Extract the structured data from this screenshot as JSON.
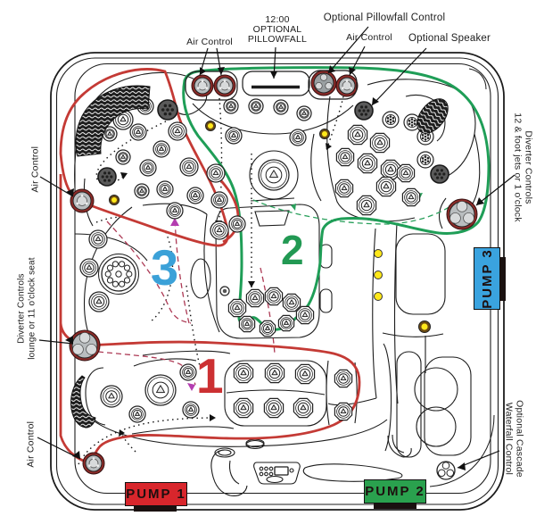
{
  "labels": {
    "air_control_top_left": "Air Control",
    "pillowfall_note": "12:00\nOPTIONAL\nPILLOWFALL",
    "optional_pillowfall_control": "Optional Pillowfall Control",
    "air_control_top_right": "Air Control",
    "optional_speaker": "Optional Speaker",
    "diverter_right": "Diverter Controls\n12 & foot jets or 1 o'clock",
    "air_control_left": "Air Control",
    "diverter_left": "Diverter Controls\nlounge or 11 o'clock seat",
    "air_control_bottom_left": "Air Control",
    "cascade": "Optional Cascade\nWaterfall Control"
  },
  "zones": {
    "zone1": {
      "num": "1",
      "color": "#cc3032"
    },
    "zone2": {
      "num": "2",
      "color": "#229953"
    },
    "zone3": {
      "num": "3",
      "color": "#3ba1d8"
    }
  },
  "pumps": {
    "pump1": {
      "label": "PUMP 1",
      "color": "#d8262c"
    },
    "pump2": {
      "label": "PUMP 2",
      "color": "#2aa14e"
    },
    "pump3": {
      "label": "PUMP 3",
      "color": "#3aa3df"
    }
  },
  "loop_colors": {
    "pump1_circuit": "#c43a35",
    "pump2_circuit": "#1f9e57"
  }
}
